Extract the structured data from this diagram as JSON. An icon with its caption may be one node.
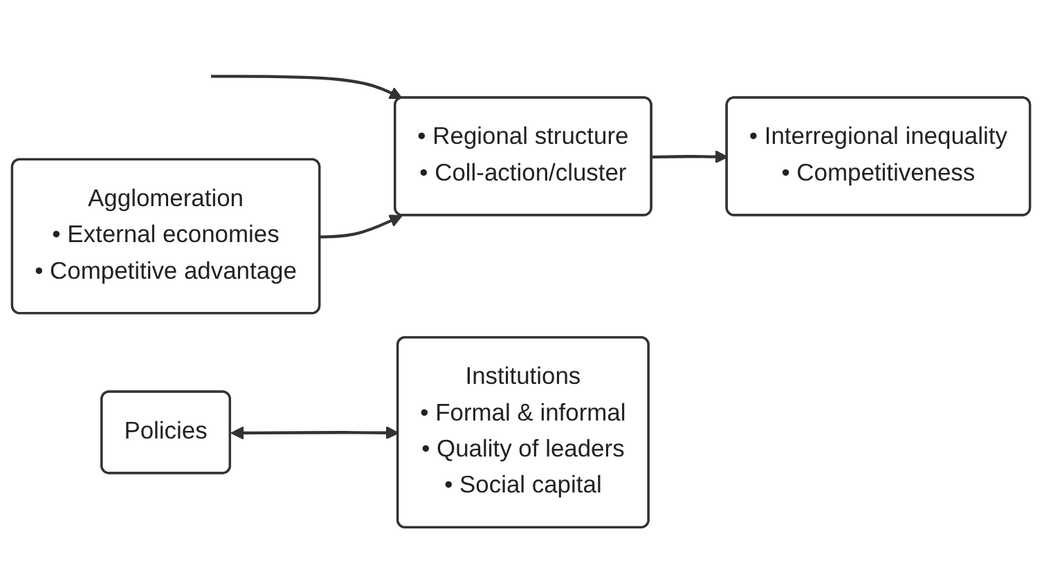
{
  "diagram": {
    "nodes": [
      {
        "text": [
          "Policies"
        ]
      },
      {
        "text": [
          "Agglomeration",
          "• External economies",
          "• Competitive advantage"
        ]
      },
      {
        "text": [
          "• Regional structure",
          "• Coll-action/cluster"
        ]
      },
      {
        "text": [
          "• Interregional inequality",
          "• Competitiveness"
        ]
      },
      {
        "text": [
          "Institutions",
          "• Formal & informal",
          "• Quality of leaders",
          "• Social capital"
        ]
      }
    ],
    "edges": [
      {
        "from": 0,
        "to": 4,
        "arrow": "both"
      },
      {
        "from": null,
        "to": 2,
        "arrow": "to"
      },
      {
        "from": 1,
        "to": 2,
        "arrow": "to"
      },
      {
        "from": 2,
        "to": 3,
        "arrow": "to"
      }
    ]
  }
}
